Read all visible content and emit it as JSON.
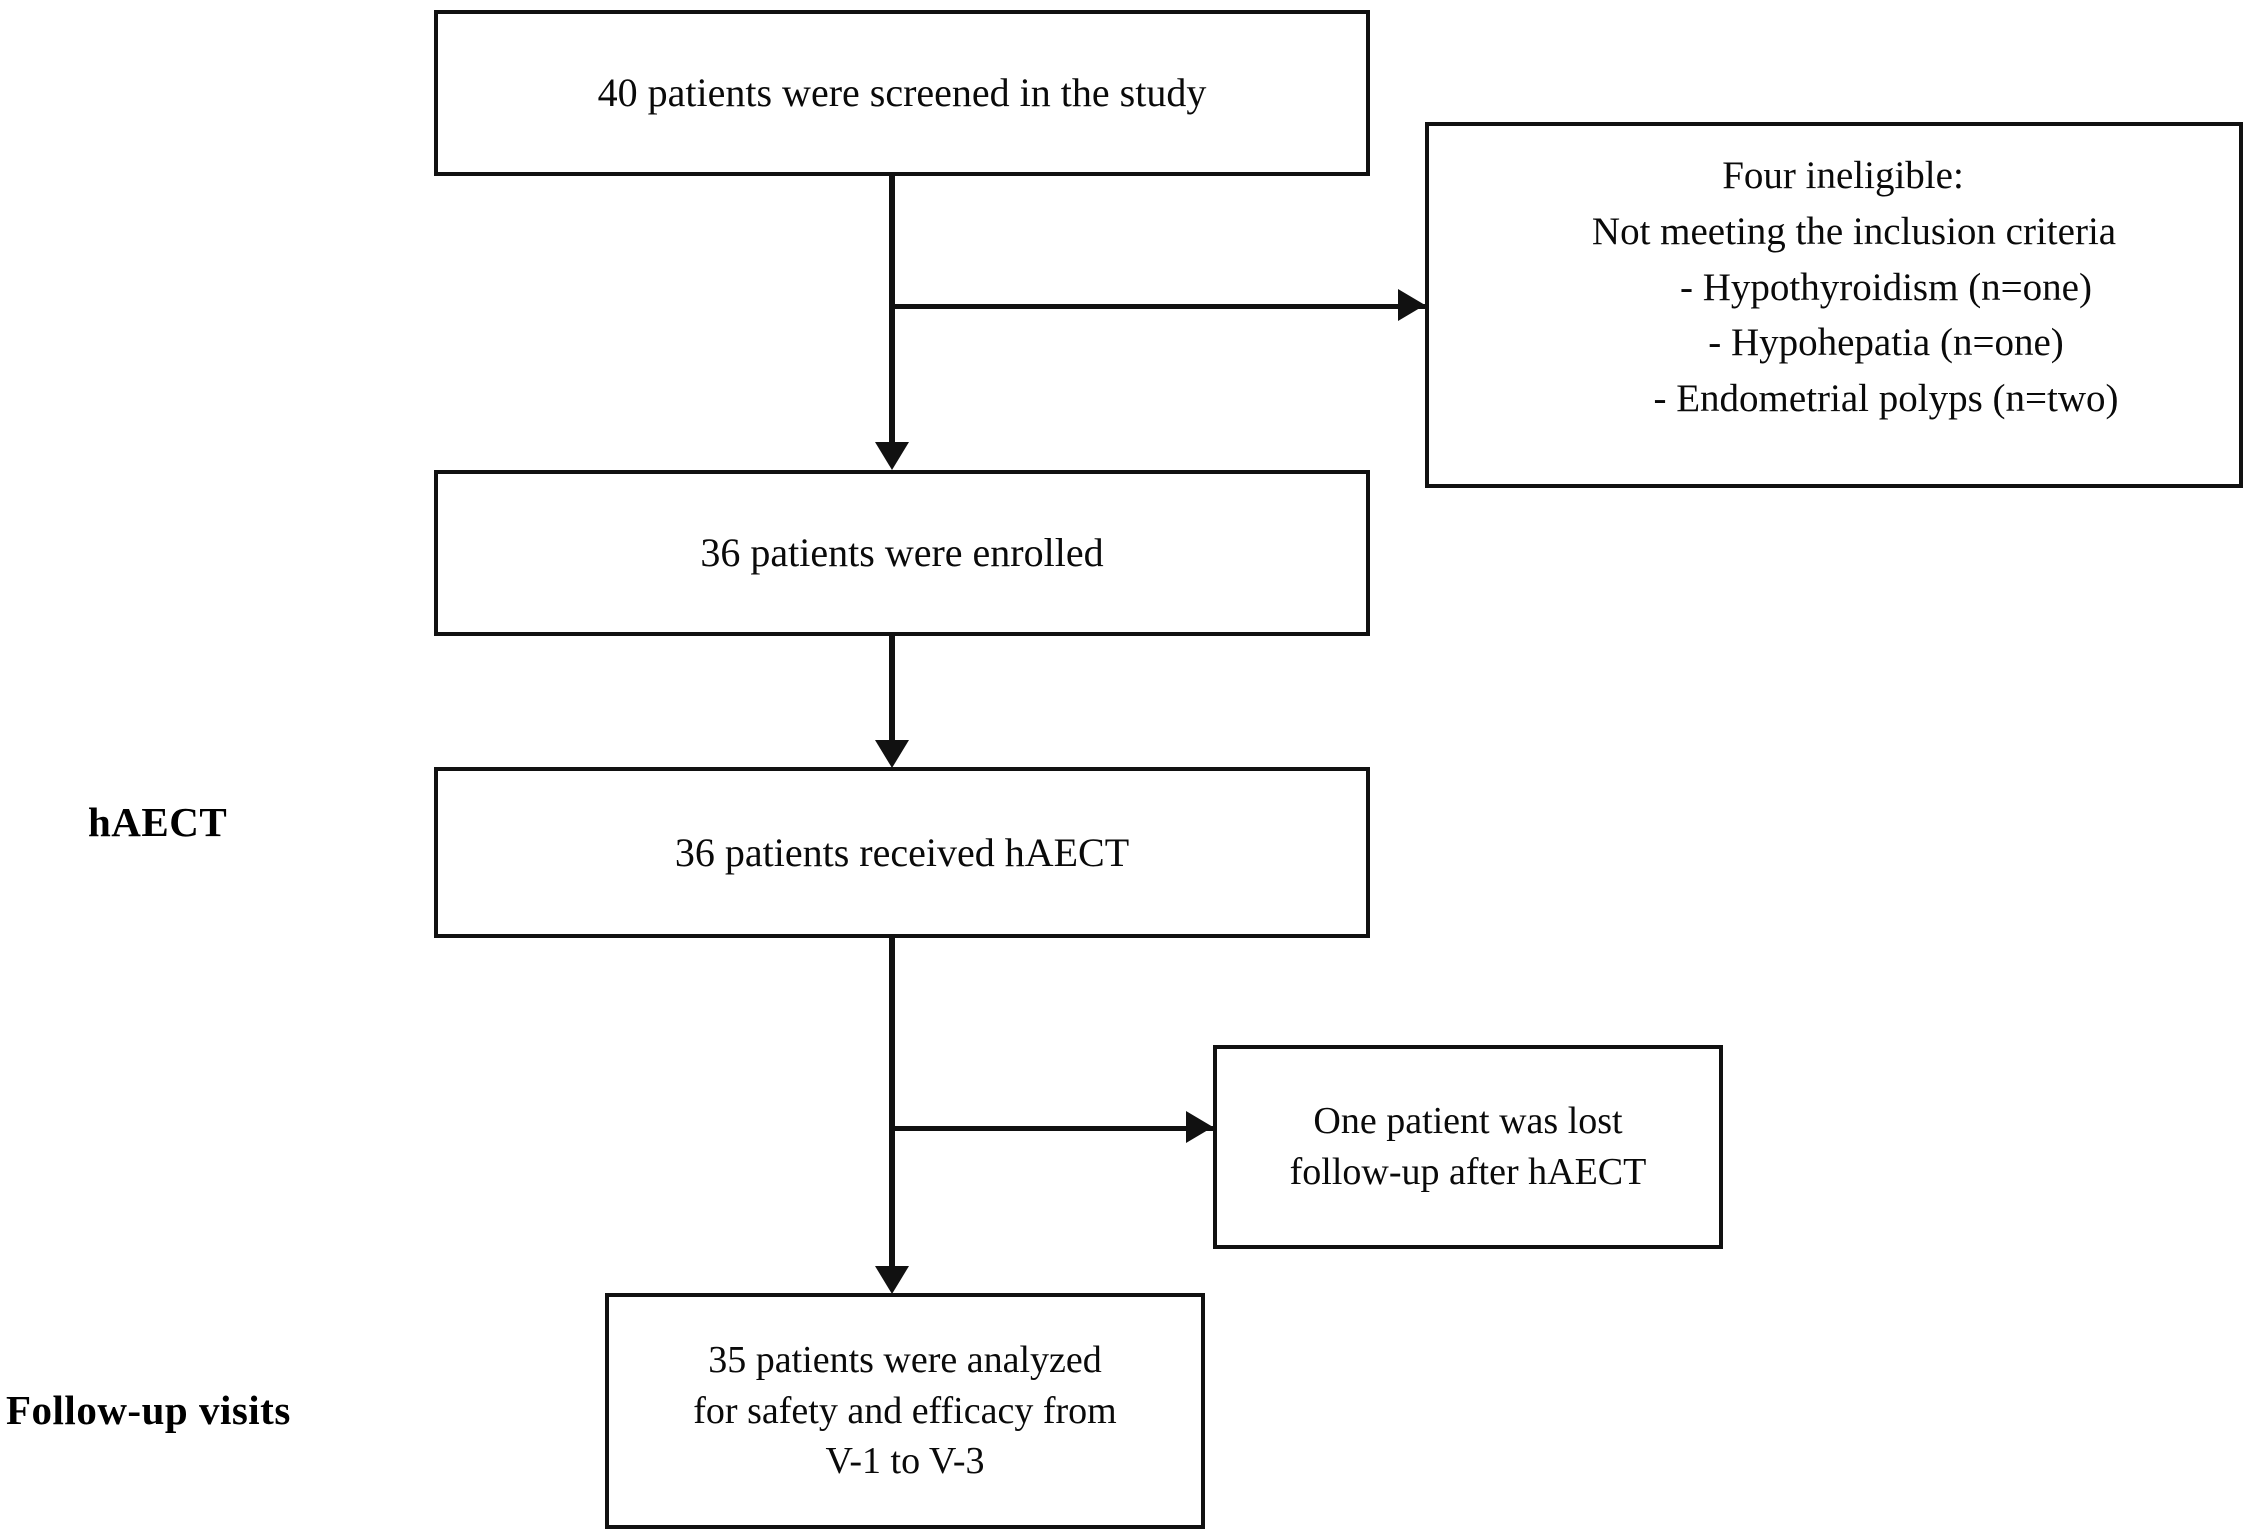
{
  "diagram": {
    "type": "consort-flow-diagram",
    "nodes": {
      "screened": "40 patients were screened in the study",
      "enrolled": "36 patients were enrolled",
      "received": "36 patients received hAECT",
      "lost": "One patient was lost\nfollow-up after hAECT",
      "analyzed": "35 patients were analyzed\nfor safety and efficacy from\nV-1 to V-3"
    },
    "ineligible": {
      "title": "Four  ineligible:",
      "subtitle": "Not meeting the inclusion criteria",
      "items": [
        "- Hypothyroidism (n=one)",
        "- Hypohepatia (n=one)",
        "- Endometrial polyps (n=two)"
      ]
    },
    "side_labels": {
      "treatment": "hAECT",
      "followup": "Follow-up visits"
    },
    "colors": {
      "stroke": "#111111",
      "background": "#ffffff",
      "text": "#000000"
    }
  }
}
